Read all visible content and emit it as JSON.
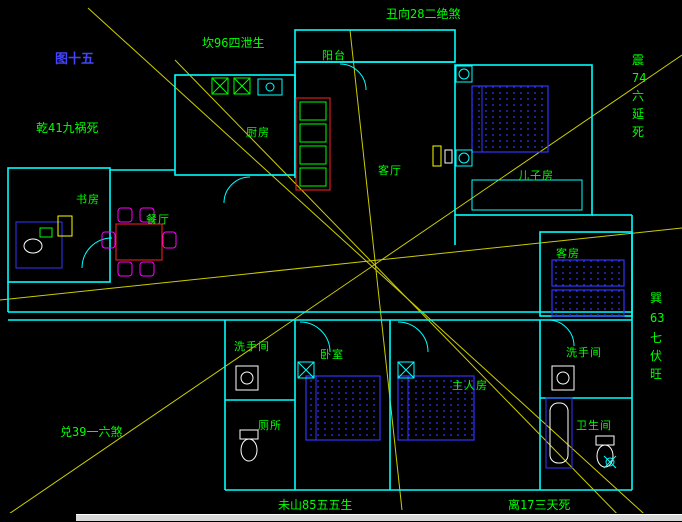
{
  "figure": {
    "title": "图十五"
  },
  "annotations": {
    "top": "丑向28二绝煞",
    "top_left": "坎96四泄生",
    "left": "乾41九祸死",
    "bottom_left": "兑39一六煞",
    "bottom_center": "未山85五五生",
    "bottom_right": "离17三天死",
    "right_upper": [
      "震",
      "74",
      "六",
      "延",
      "死"
    ],
    "right_lower": [
      "巽",
      "63",
      "七",
      "伏",
      "旺"
    ]
  },
  "rooms": {
    "balcony": "阳台",
    "kitchen": "厨房",
    "dining": "餐厅",
    "study": "书房",
    "living": "客厅",
    "son_room": "儿子房",
    "guest_room": "客房",
    "washroom_left": "洗手间",
    "bedroom": "卧室",
    "master_bedroom": "主人房",
    "washroom_right": "洗手间",
    "toilet": "厕所",
    "bathroom": "卫生间"
  },
  "colors": {
    "wall": "#00ffff",
    "label": "#00ff00",
    "title": "#4444ff",
    "sector": "#cccc00",
    "furn_blue": "#3333ff",
    "accent_red": "#ff2222",
    "accent_magenta": "#ff00ff",
    "accent_yellow": "#ffff00"
  }
}
